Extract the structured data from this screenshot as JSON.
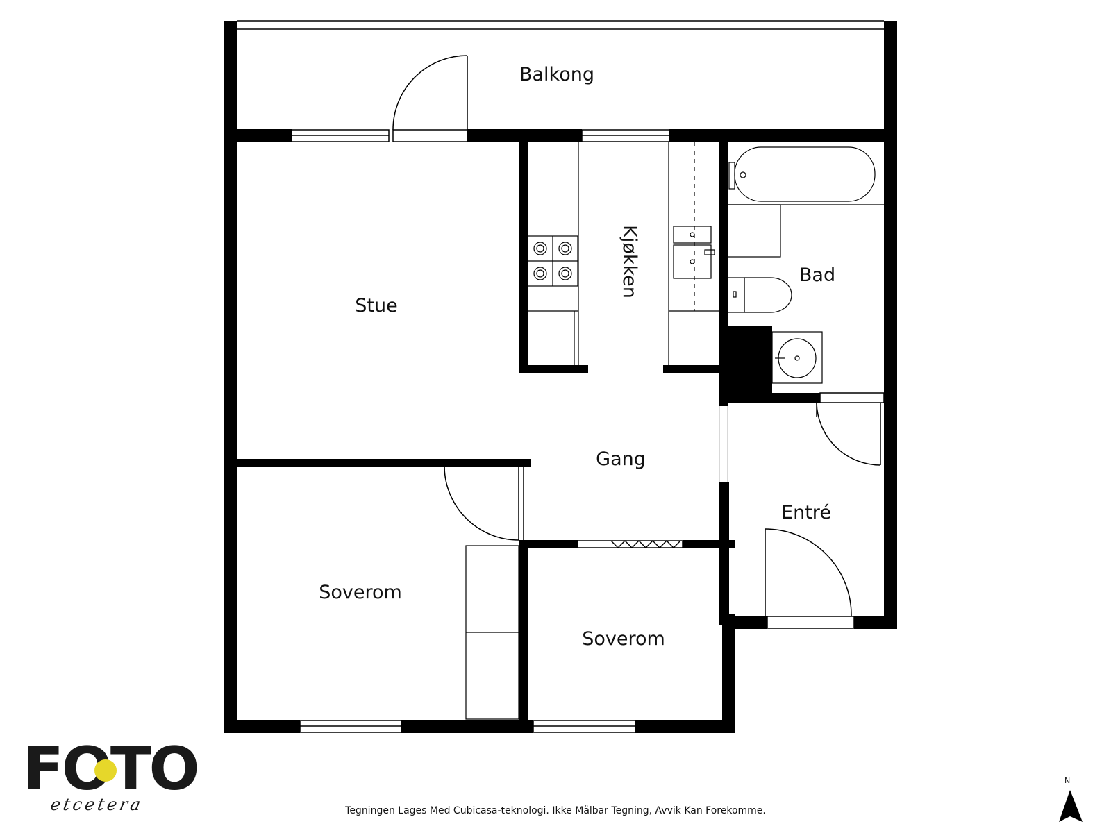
{
  "rooms": {
    "balkong": "Balkong",
    "stue": "Stue",
    "kjokken": "Kjøkken",
    "bad": "Bad",
    "gang": "Gang",
    "entre": "Entré",
    "soverom_1": "Soverom",
    "soverom_2": "Soverom"
  },
  "footer": {
    "disclaimer": "Tegningen Lages Med Cubicasa-teknologi. Ikke Målbar Tegning, Avvik Kan Forekomme."
  },
  "logo": {
    "word": "FOTO",
    "script": "etcetera",
    "accent_color": "#e6d72a"
  },
  "compass": {
    "label": "N"
  }
}
